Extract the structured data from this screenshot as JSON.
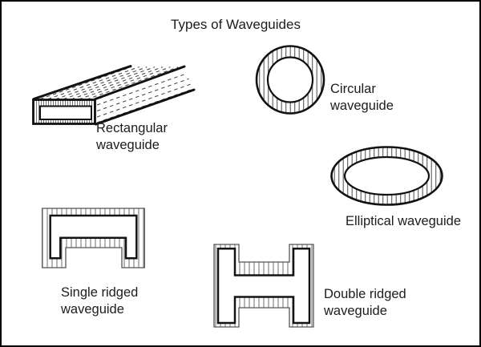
{
  "page": {
    "title": "Types of Waveguides",
    "background": "#ffffff",
    "border_color": "#000000"
  },
  "colors": {
    "outline": "#111111",
    "cavity_outline": "#141414",
    "outer_contour": "#555555",
    "hatch": "#5a5a5a",
    "hatch_wall": "#7a7a7a",
    "hatch_fine": "#666666",
    "dash_shading": "#4d4d4d",
    "text": "#1c1c1c"
  },
  "figures": [
    {
      "id": "rectangular",
      "label": "Rectangular\nwaveguide"
    },
    {
      "id": "circular",
      "label": "Circular\nwaveguide"
    },
    {
      "id": "elliptical",
      "label": "Elliptical waveguide"
    },
    {
      "id": "single_ridged",
      "label": "Single ridged\nwaveguide"
    },
    {
      "id": "double_ridged",
      "label": "Double ridged\nwaveguide"
    }
  ]
}
